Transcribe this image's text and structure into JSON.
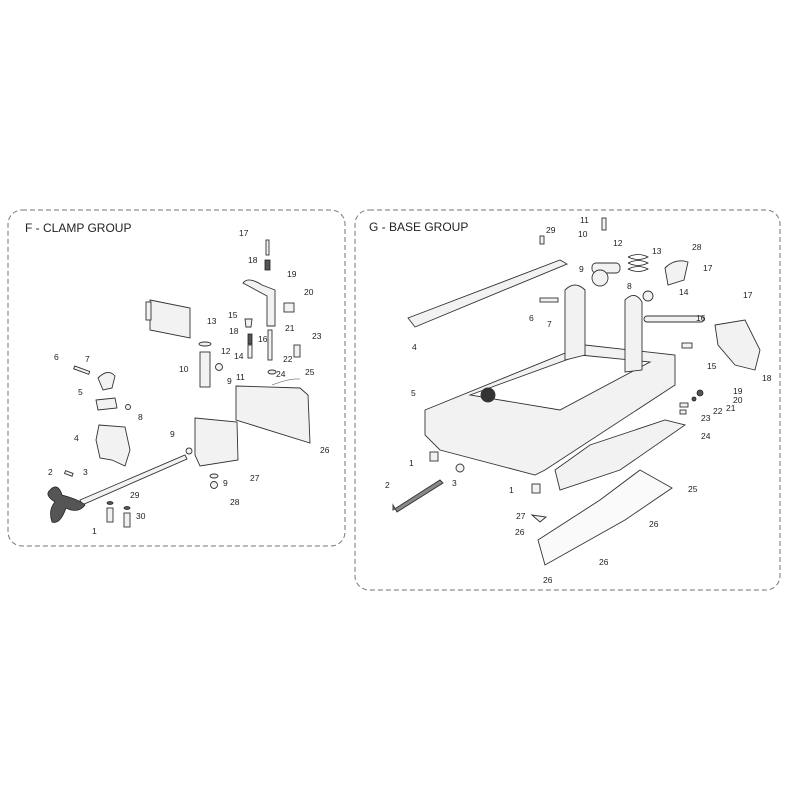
{
  "clamp_group": {
    "title": "F - CLAMP GROUP",
    "callouts": [
      "17",
      "18",
      "19",
      "20",
      "13",
      "15",
      "18",
      "16",
      "21",
      "23",
      "12",
      "14",
      "22",
      "10",
      "9",
      "11",
      "24",
      "25",
      "6",
      "7",
      "5",
      "8",
      "4",
      "9",
      "26",
      "27",
      "9",
      "28",
      "2",
      "3",
      "29",
      "30",
      "1"
    ]
  },
  "base_group": {
    "title": "G - BASE GROUP",
    "callouts": [
      "29",
      "11",
      "10",
      "12",
      "13",
      "28",
      "9",
      "17",
      "8",
      "14",
      "6",
      "7",
      "17",
      "16",
      "4",
      "15",
      "18",
      "5",
      "19",
      "20",
      "21",
      "22",
      "23",
      "24",
      "1",
      "3",
      "2",
      "1",
      "25",
      "27",
      "26",
      "26",
      "26",
      "26"
    ]
  }
}
